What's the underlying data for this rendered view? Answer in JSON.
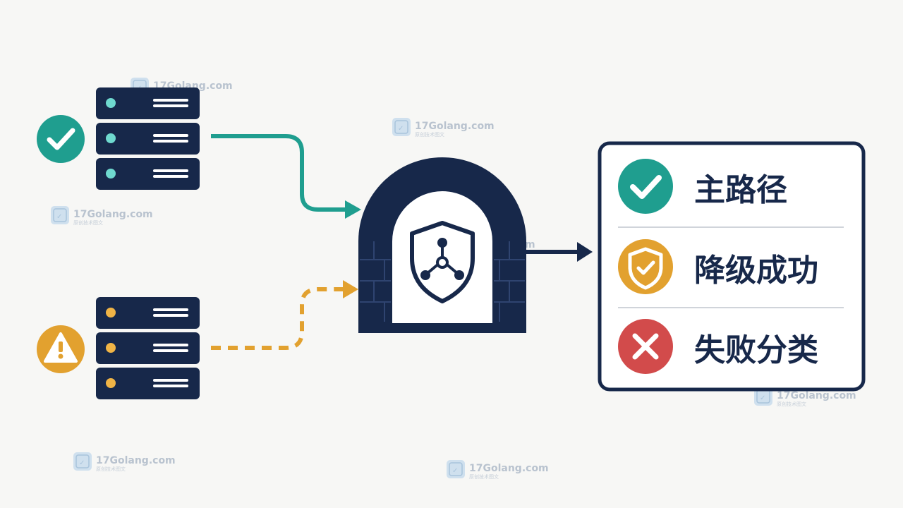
{
  "colors": {
    "navy": "#17284a",
    "teal": "#1f9e8f",
    "amber": "#e2a12f",
    "red": "#d24b4b",
    "background": "#f7f7f5"
  },
  "sources": [
    {
      "status": "healthy",
      "icon": "check-circle-icon",
      "led_color": "#6fd9cf",
      "units": 3
    },
    {
      "status": "warning",
      "icon": "warning-triangle-icon",
      "led_color": "#f0b446",
      "units": 3
    }
  ],
  "gateway": {
    "icon": "shield-network-icon"
  },
  "legend": {
    "items": [
      {
        "label": "主路径",
        "icon": "check-circle-icon",
        "color": "#1f9e8f"
      },
      {
        "label": "降级成功",
        "icon": "shield-check-icon",
        "color": "#e2a12f"
      },
      {
        "label": "失败分类",
        "icon": "x-circle-icon",
        "color": "#d24b4b"
      }
    ]
  },
  "watermark": {
    "title": "17Golang.com",
    "subtitle": "原创技术图文"
  }
}
